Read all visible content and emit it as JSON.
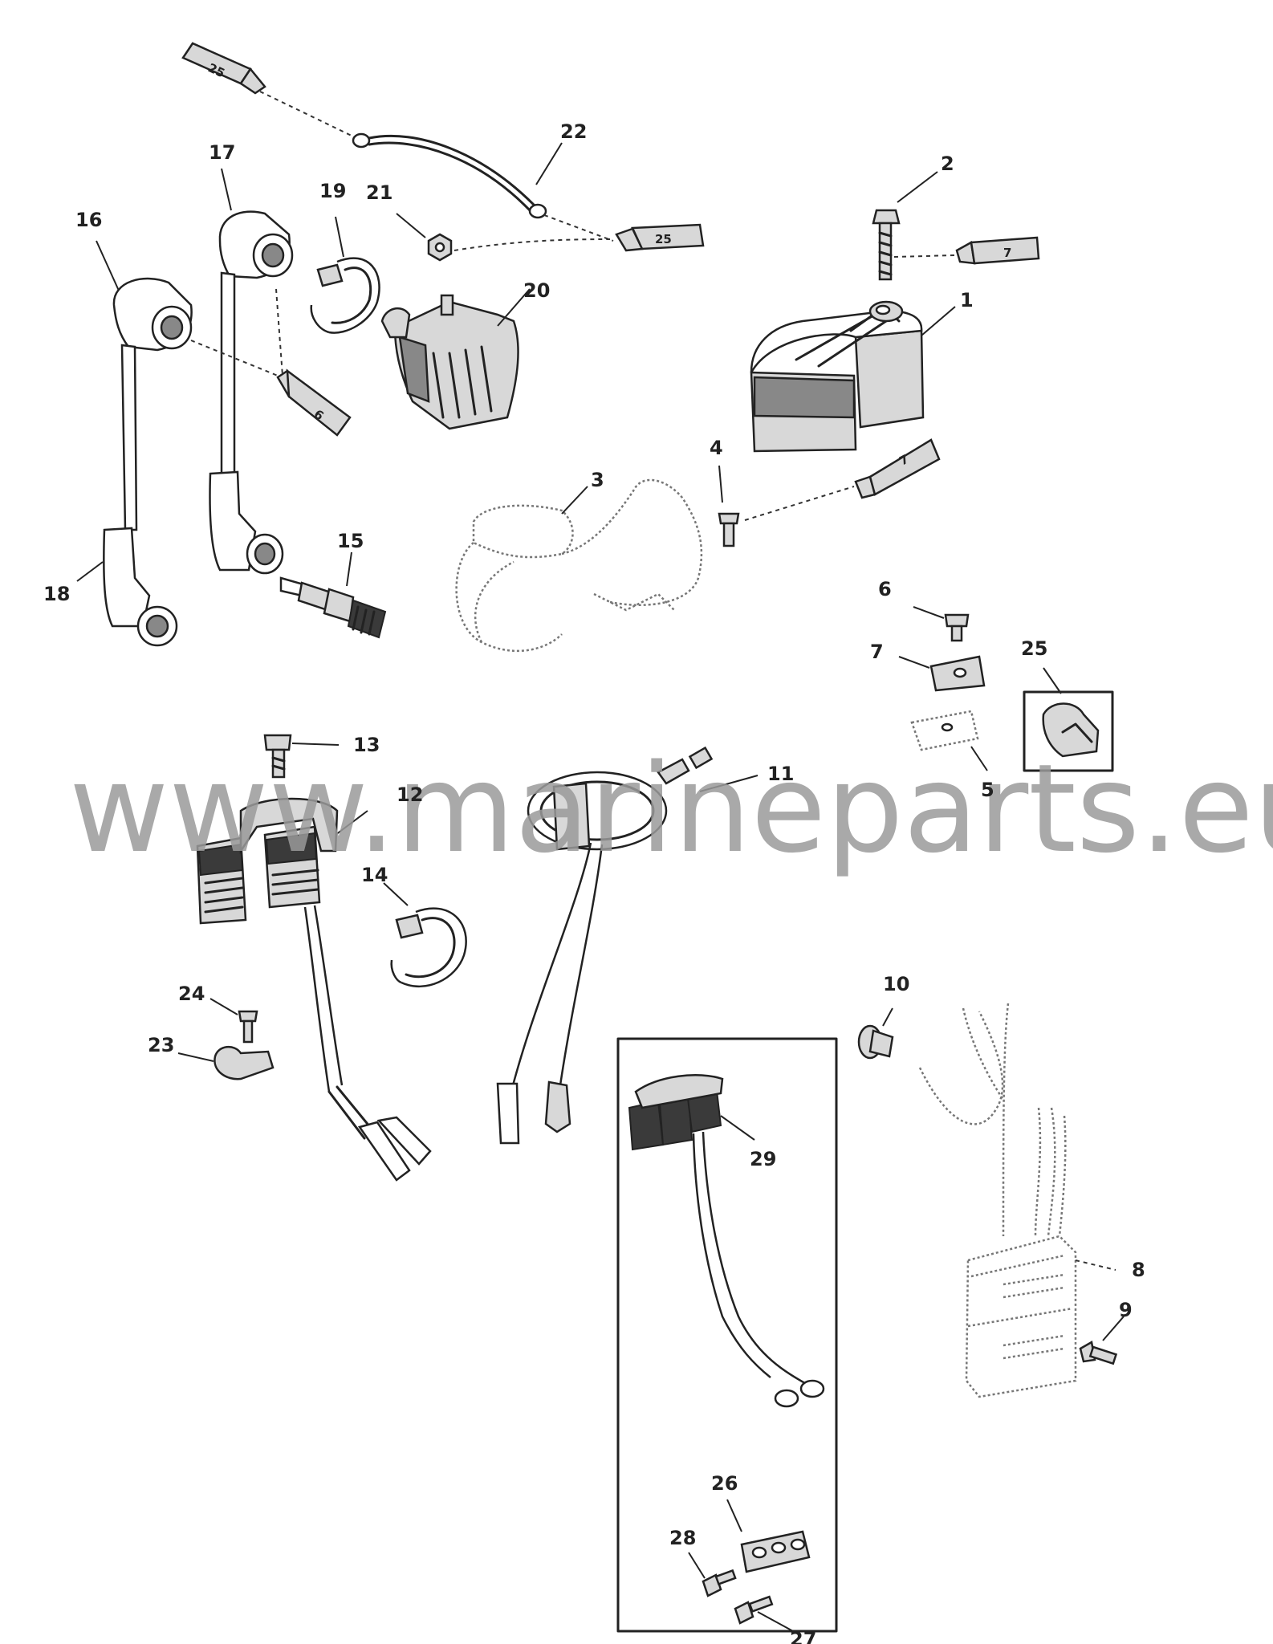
{
  "watermark": "www.marineparts.eu",
  "callouts": {
    "c1": "1",
    "c2": "2",
    "c3": "3",
    "c4": "4",
    "c5": "5",
    "c6": "6",
    "c7": "7",
    "c8": "8",
    "c9": "9",
    "c10": "10",
    "c11": "11",
    "c12": "12",
    "c13": "13",
    "c14": "14",
    "c15": "15",
    "c16": "16",
    "c17": "17",
    "c18": "18",
    "c19": "19",
    "c20": "20",
    "c21": "21",
    "c22": "22",
    "c23": "23",
    "c24": "24",
    "c25": "25",
    "c26": "26",
    "c27": "27",
    "c28": "28",
    "c29": "29"
  },
  "tubes": {
    "t1": "25",
    "t2": "25",
    "t3": "7",
    "t4": "6",
    "t5": "7"
  }
}
